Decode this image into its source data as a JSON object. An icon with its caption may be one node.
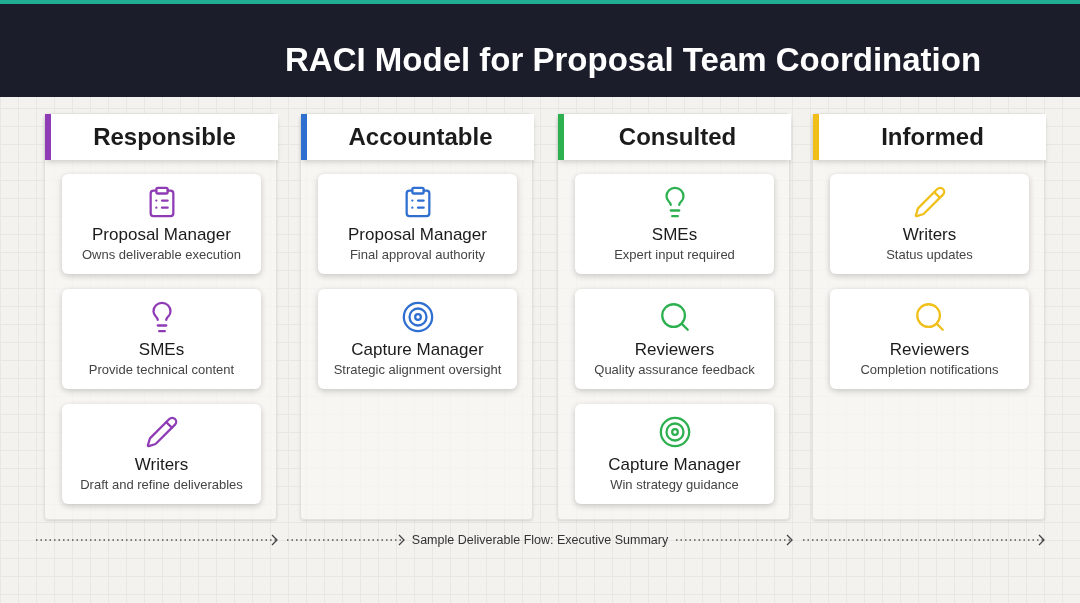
{
  "diagram": {
    "title": "RACI Model for Proposal Team Coordination",
    "nodes": [
      {
        "text": [
          "Responsible"
        ]
      },
      {
        "text": [
          "Proposal Manager",
          "Owns deliverable execution"
        ],
        "in": 0
      },
      {
        "text": [
          "SMEs",
          "Provide technical content"
        ],
        "in": 0
      },
      {
        "text": [
          "Writers",
          "Draft and refine deliverables"
        ],
        "in": 0
      },
      {
        "text": [
          "Accountable"
        ]
      },
      {
        "text": [
          "Proposal Manager",
          "Final approval authority"
        ],
        "in": 4
      },
      {
        "text": [
          "Capture Manager",
          "Strategic alignment oversight"
        ],
        "in": 4
      },
      {
        "text": [
          "Consulted"
        ]
      },
      {
        "text": [
          "SMEs",
          "Expert input required"
        ],
        "in": 7
      },
      {
        "text": [
          "Reviewers",
          "Quality assurance feedback"
        ],
        "in": 7
      },
      {
        "text": [
          "Capture Manager",
          "Win strategy guidance"
        ],
        "in": 7
      },
      {
        "text": [
          "Informed"
        ]
      },
      {
        "text": [
          "Writers",
          "Status updates"
        ],
        "in": 11
      },
      {
        "text": [
          "Reviewers",
          "Completion notifications"
        ],
        "in": 11
      }
    ],
    "labels": [
      "Sample Deliverable Flow: Executive Summary"
    ]
  }
}
